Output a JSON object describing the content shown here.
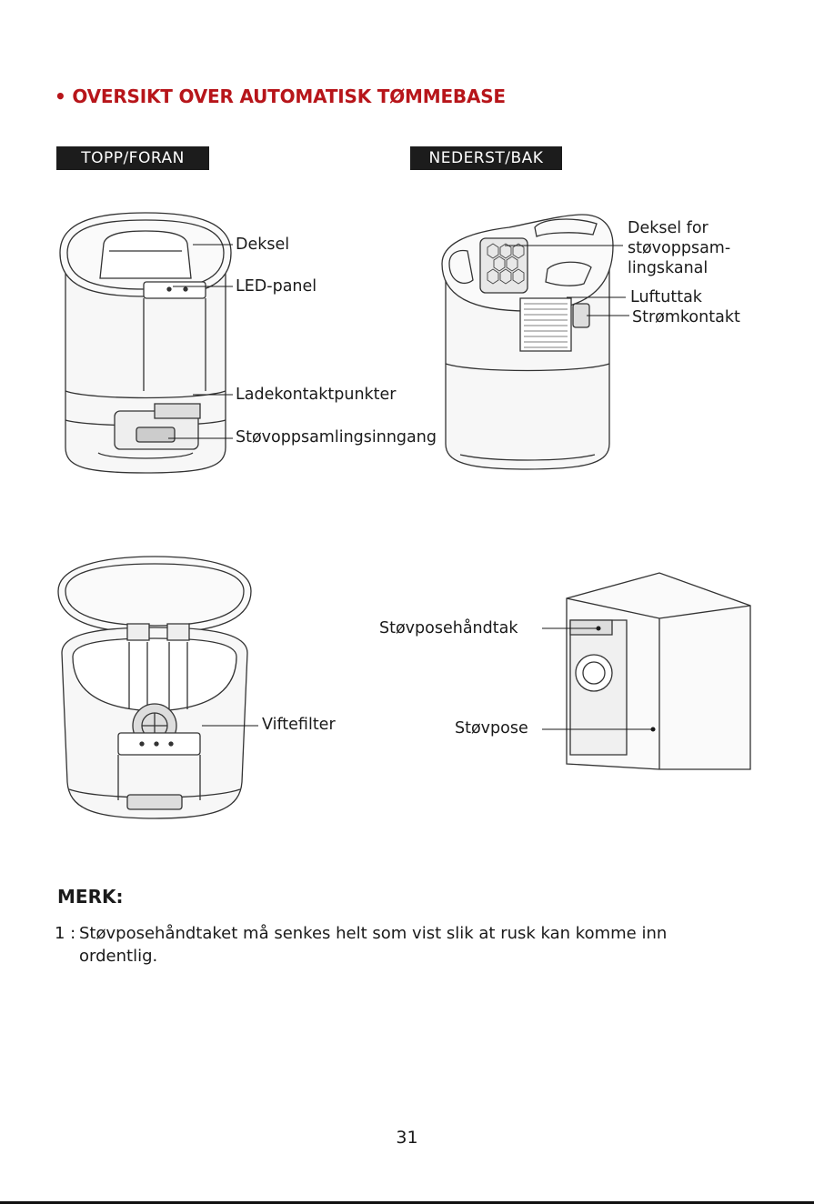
{
  "page": {
    "title": "• OVERSIKT OVER AUTOMATISK TØMMEBASE",
    "page_number": "31"
  },
  "views": {
    "top_front": "TOPP/FORAN",
    "bottom_back": "NEDERST/BAK"
  },
  "labels": {
    "lid": "Deksel",
    "led_panel": "LED-panel",
    "charging_contacts": "Ladekontaktpunkter",
    "dust_inlet": "Støvoppsamlingsinngang",
    "channel_cover_1": "Deksel for",
    "channel_cover_2": "støvoppsam-",
    "channel_cover_3": "lingskanal",
    "air_outlet": "Luftuttak",
    "power_socket": "Strømkontakt",
    "bag_handle": "Støvposehåndtak",
    "fan_filter": "Viftefilter",
    "dust_bag": "Støvpose"
  },
  "note": {
    "heading": "MERK:",
    "number": "1 :",
    "text": "Støvposehåndtaket må senkes helt som vist slik at rusk kan komme inn ordentlig."
  }
}
